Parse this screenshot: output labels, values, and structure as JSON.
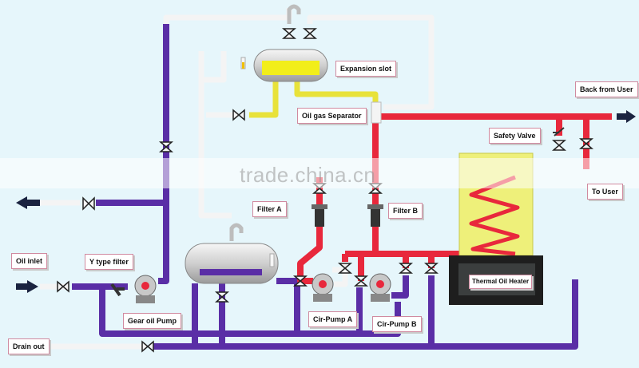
{
  "labels": {
    "expansion_slot": "Expansion slot",
    "back_from_user": "Back from User",
    "oil_gas_separator": "Oil gas Separator",
    "safety_valve": "Safety Valve",
    "to_user": "To User",
    "filter_a": "Filter A",
    "filter_b": "Filter B",
    "oil_inlet": "Oil inlet",
    "y_type_filter": "Y type filter",
    "thermal_oil_heater": "Thermal Oil Heater",
    "gear_oil_pump": "Gear oil Pump",
    "cir_pump_a": "Cir-Pump A",
    "cir_pump_b": "Cir-Pump B",
    "drain_out": "Drain out"
  },
  "watermark": "trade.china.cn",
  "colors": {
    "background": "#e6f6fb",
    "cold_pipe": "#5a2ea6",
    "hot_pipe": "#e8283c",
    "gas_pipe": "#e8e23a",
    "white_pipe": "#f4f4f4",
    "heater_body": "#eef07a",
    "heater_base": "#1e1e1e"
  }
}
